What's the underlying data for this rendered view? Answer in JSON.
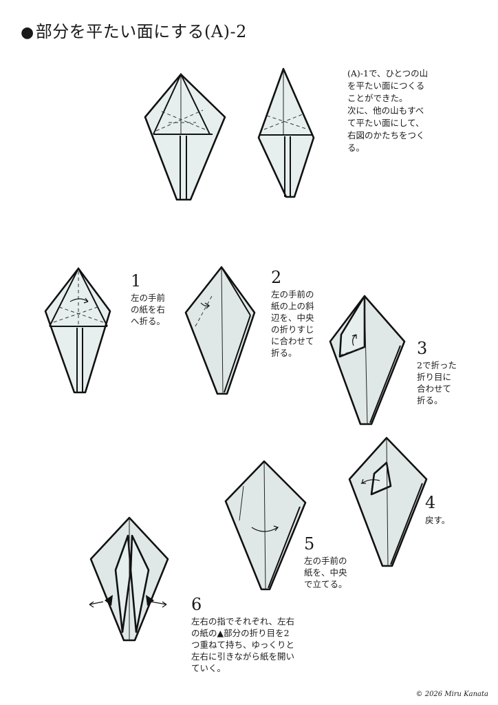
{
  "title": {
    "bullet": "●",
    "text": "部分を平たい面にする(A)-2"
  },
  "intro_text": "(A)-1で、ひとつの山\nを平たい面につくる\nことができた。\n次に、他の山もすべ\nて平たい面にして、\n右図のかたちをつく\nる。",
  "steps": [
    {
      "number": "1",
      "text": "左の手前\nの紙を右\nへ折る。"
    },
    {
      "number": "2",
      "text": "左の手前の\n紙の上の斜\n辺を、中央\nの折りすじ\nに合わせて\n折る。"
    },
    {
      "number": "3",
      "text": "2で折った\n折り目に\n合わせて\n折る。"
    },
    {
      "number": "4",
      "text": "戻す。"
    },
    {
      "number": "5",
      "text": "左の手前の\n紙を、中央\nで立てる。"
    },
    {
      "number": "6",
      "text": "左右の指でそれぞれ、左右\nの紙の▲部分の折り目を2\nつ重ねて持ち、ゆっくりと\n左右に引きながら紙を開い\nていく。"
    }
  ],
  "copyright": "© 2026 Miru Kanata",
  "colors": {
    "paper": "#e6eeee",
    "ink": "#111111"
  }
}
